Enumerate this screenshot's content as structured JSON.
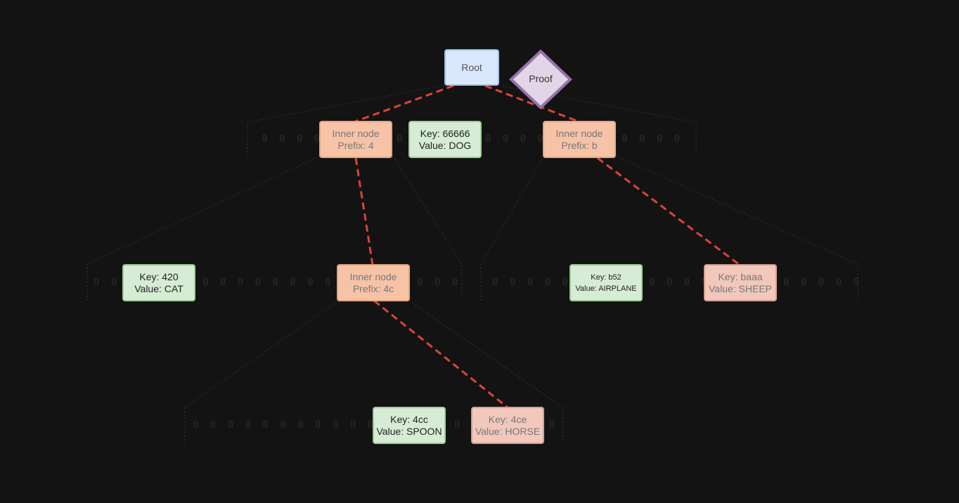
{
  "root": {
    "label": "Root"
  },
  "proof": {
    "label": "Proof"
  },
  "level1": {
    "inner_4": {
      "line1": "Inner node",
      "line2": "Prefix: 4"
    },
    "leaf_66666": {
      "line1": "Key: 66666",
      "line2": "Value: DOG"
    },
    "inner_b": {
      "line1": "Inner node",
      "line2": "Prefix: b"
    }
  },
  "level2": {
    "leaf_420": {
      "line1": "Key: 420",
      "line2": "Value: CAT"
    },
    "inner_4c": {
      "line1": "Inner node",
      "line2": "Prefix: 4c"
    },
    "leaf_b52": {
      "line1": "Key: b52",
      "line2": "Value: AIRPLANE"
    },
    "leaf_baaa": {
      "line1": "Key: baaa",
      "line2": "Value: SHEEP"
    }
  },
  "level3": {
    "leaf_4cc": {
      "line1": "Key: 4cc",
      "line2": "Value: SPOON"
    },
    "leaf_4ce": {
      "line1": "Key: 4ce",
      "line2": "Value: HORSE"
    }
  },
  "slots": {
    "d1a": "0 0 0 0",
    "d1b": "0",
    "d1c": "0 0 0 0",
    "d1d": "0 0 0 0",
    "d2a": "0 0",
    "d2b": "0 0 0 0 0 0 0 0 0",
    "d2c": "0 0 0",
    "d2d": "0 0 0 0 0",
    "d2e": "0 0 0 0",
    "d2f": "0 0 0 0 0",
    "d3a": "0 0 0 0 0 0 0 0 0 0 0 0",
    "d3b": "0",
    "d3c": "0"
  },
  "colors": {
    "proof_path": "#d9443a",
    "outline": "#2a2a2a",
    "proof_fill": "#e1d5e7",
    "proof_stroke": "#9673a6"
  }
}
